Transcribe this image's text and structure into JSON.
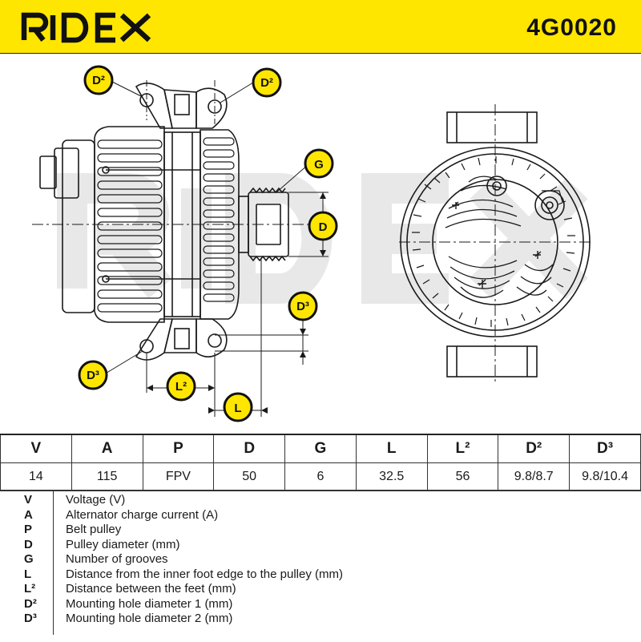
{
  "brand": {
    "name": "RIDEX"
  },
  "part_code": "4G0020",
  "diagram_labels": {
    "d2_left": "D²",
    "d2_right": "D²",
    "g": "G",
    "d": "D",
    "d3_right": "D³",
    "d3_left": "D³",
    "l2": "L²",
    "l": "L"
  },
  "specs": {
    "headers": [
      "V",
      "A",
      "P",
      "D",
      "G",
      "L",
      "L²",
      "D²",
      "D³"
    ],
    "values": [
      "14",
      "115",
      "FPV",
      "50",
      "6",
      "32.5",
      "56",
      "9.8/8.7",
      "9.8/10.4"
    ]
  },
  "legend": [
    {
      "key": "V",
      "desc": "Voltage (V)"
    },
    {
      "key": "A",
      "desc": "Alternator charge current (A)"
    },
    {
      "key": "P",
      "desc": "Belt pulley"
    },
    {
      "key": "D",
      "desc": "Pulley diameter (mm)"
    },
    {
      "key": "G",
      "desc": "Number of grooves"
    },
    {
      "key": "L",
      "desc": "Distance from the inner foot edge to the pulley (mm)"
    },
    {
      "key": "L²",
      "desc": "Distance between the feet (mm)"
    },
    {
      "key": "D²",
      "desc": "Mounting hole diameter 1 (mm)"
    },
    {
      "key": "D³",
      "desc": "Mounting hole diameter 2 (mm)"
    }
  ],
  "colors": {
    "accent_yellow": "#ffe600",
    "line": "#1a1a1a"
  }
}
